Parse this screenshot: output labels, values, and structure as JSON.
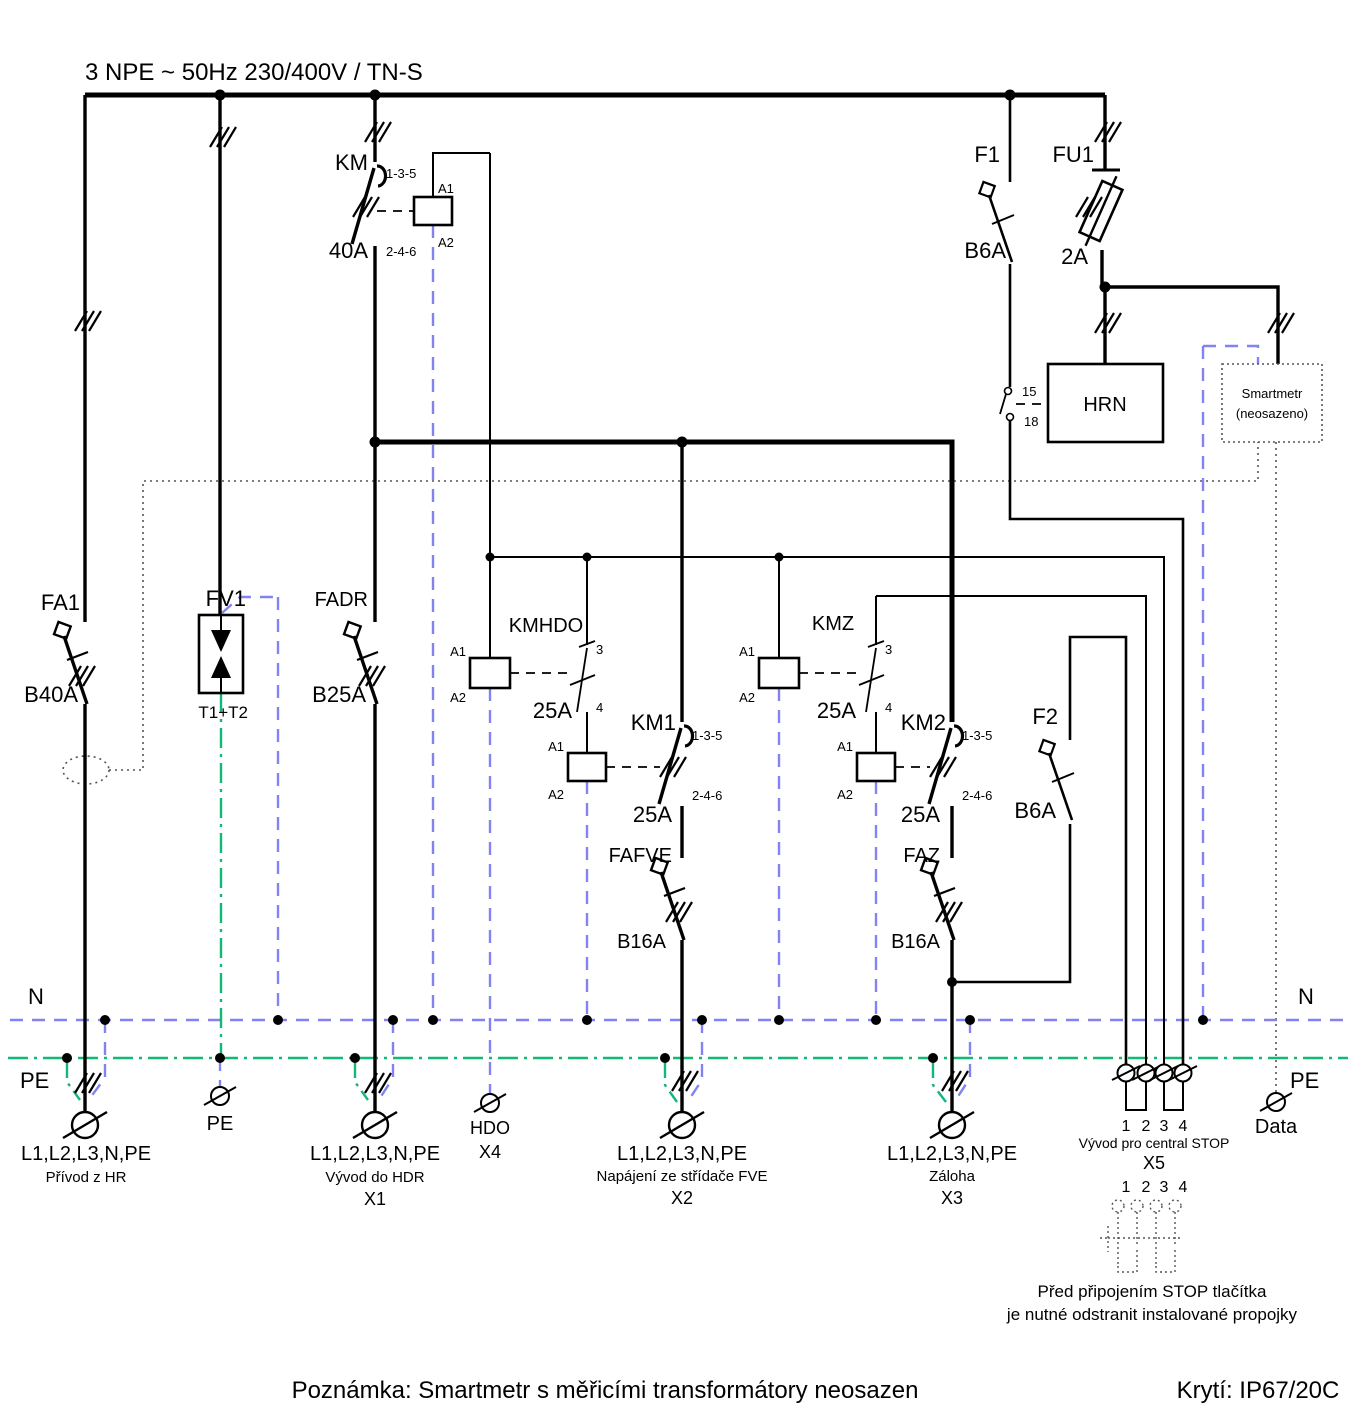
{
  "title": "3 NPE ~ 50Hz  230/400V / TN-S",
  "colors": {
    "neutral": "#8282f2",
    "pe": "#12b877"
  },
  "rails": {
    "n_left": "N",
    "n_right": "N",
    "pe_left": "PE",
    "pe_right": "PE"
  },
  "devices": {
    "km": {
      "name": "KM",
      "rating": "40A",
      "poles_top": "1-3-5",
      "poles_bottom": "2-4-6",
      "coil_a1": "A1",
      "coil_a2": "A2"
    },
    "fa1": {
      "name": "FA1",
      "rating": "B40A"
    },
    "fv1": {
      "name": "FV1",
      "type": "T1+T2"
    },
    "fadr": {
      "name": "FADR",
      "rating": "B25A"
    },
    "kmhdo": {
      "name": "KMHDO",
      "rating": "25A",
      "contact_top": "3",
      "contact_bottom": "4",
      "coil_a1": "A1",
      "coil_a2": "A2"
    },
    "km1": {
      "name": "KM1",
      "rating": "25A",
      "poles_top": "1-3-5",
      "poles_bottom": "2-4-6",
      "coil_a1": "A1",
      "coil_a2": "A2"
    },
    "kmz": {
      "name": "KMZ",
      "rating": "25A",
      "contact_top": "3",
      "contact_bottom": "4",
      "coil_a1": "A1",
      "coil_a2": "A2"
    },
    "km2": {
      "name": "KM2",
      "rating": "25A",
      "poles_top": "1-3-5",
      "poles_bottom": "2-4-6",
      "coil_a1": "A1",
      "coil_a2": "A2"
    },
    "fafve": {
      "name": "FAFVE",
      "rating": "B16A"
    },
    "faz": {
      "name": "FAZ",
      "rating": "B16A"
    },
    "f1": {
      "name": "F1",
      "rating": "B6A",
      "contact_no": "15",
      "contact_nc": "18"
    },
    "fu1": {
      "name": "FU1",
      "rating": "2A"
    },
    "f2": {
      "name": "F2",
      "rating": "B6A"
    },
    "hrn": {
      "name": "HRN"
    },
    "smartmetr": {
      "name": "Smartmetr",
      "note": "(neosazeno)"
    }
  },
  "terminals": {
    "privod": {
      "wires": "L1,L2,L3,N,PE",
      "desc": "Přívod z HR"
    },
    "pe": {
      "label": "PE"
    },
    "x1": {
      "wires": "L1,L2,L3,N,PE",
      "desc": "Vývod do HDR",
      "id": "X1"
    },
    "x4": {
      "desc": "HDO",
      "id": "X4"
    },
    "x2": {
      "wires": "L1,L2,L3,N,PE",
      "desc": "Napájení ze střídače FVE",
      "id": "X2"
    },
    "x3": {
      "wires": "L1,L2,L3,N,PE",
      "desc": "Záloha",
      "id": "X3"
    },
    "x5": {
      "pins": [
        "1",
        "2",
        "3",
        "4"
      ],
      "desc": "Vývod pro central STOP",
      "id": "X5",
      "pins2": [
        "1",
        "2",
        "3",
        "4"
      ],
      "warning1": "Před připojením STOP tlačítka",
      "warning2": "je nutné odstranit instalované propojky"
    },
    "data": {
      "desc": "Data"
    }
  },
  "footer": {
    "note": "Poznámka: Smartmetr s měřicími transformátory neosazen",
    "protection": "Krytí: IP67/20C"
  }
}
